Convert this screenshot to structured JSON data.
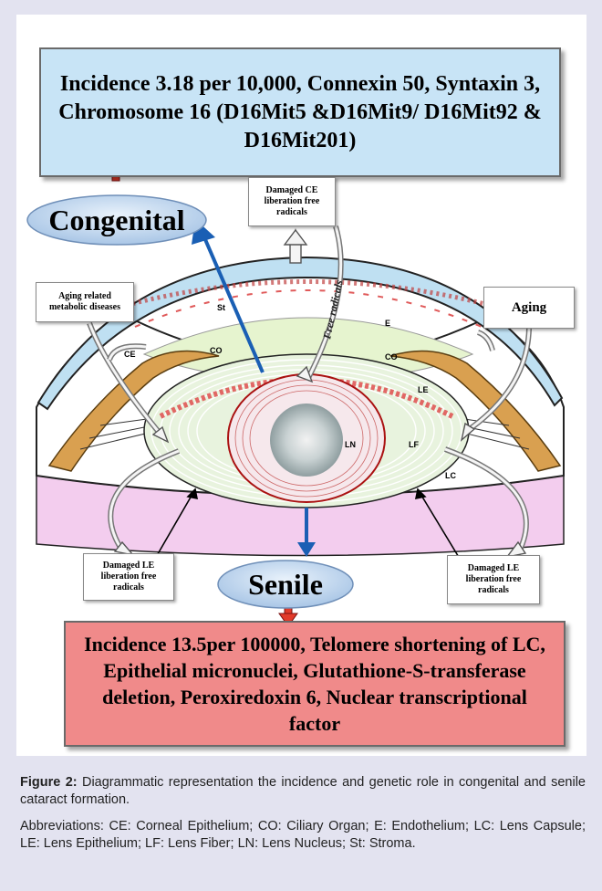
{
  "diagram": {
    "top_box": "Incidence 3.18 per 10,000, Connexin 50, Syntaxin 3, Chromosome 16 (D16Mit5 &D16Mit9/ D16Mit92 & D16Mit201)",
    "congenital": "Congenital",
    "senile": "Senile",
    "bottom_box": "Incidence 13.5per 100000, Telomere shortening of LC, Epithelial micronuclei, Glutathione-S-transferase deletion, Peroxiredoxin 6, Nuclear transcriptional factor",
    "damaged_ce": "Damaged CE liberation free radicals",
    "aging_related": "Aging related metabolic diseases",
    "aging": "Aging",
    "damaged_le_left": "Damaged LE liberation free radicals",
    "damaged_le_right": "Damaged LE liberation free radicals",
    "free_radicals": "Free radicals",
    "tags": {
      "ce": "CE",
      "st": "St",
      "e": "E",
      "co_left": "CO",
      "co_right": "CO",
      "le": "LE",
      "ln": "LN",
      "lf": "LF",
      "lc": "LC"
    },
    "colors": {
      "top_box": "#c8e4f6",
      "bottom_box": "#f08a8a",
      "ellipse": "#c9ddf2",
      "red_arrow": "#e23a2a",
      "blue_arrow": "#1a5fb4",
      "cornea": "#bfe0f2",
      "ciliary": "#d9a050"
    }
  },
  "caption": {
    "figure_label": "Figure 2:",
    "figure_text": " Diagrammatic representation the incidence and genetic role in congenital and senile cataract formation.",
    "abbreviations": "Abbreviations: CE: Corneal Epithelium; CO: Ciliary Organ; E: Endothelium; LC: Lens Capsule; LE: Lens Epithelium; LF: Lens Fiber; LN: Lens Nucleus; St: Stroma."
  }
}
